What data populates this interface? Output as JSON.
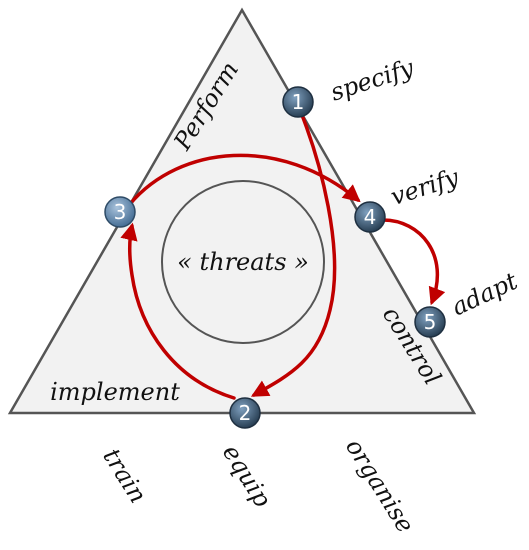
{
  "center_label": "« threats »",
  "edges": {
    "left": "Perform",
    "right": "control",
    "bottom": "implement"
  },
  "nodes": [
    {
      "id": "1",
      "label": "specify",
      "color": "#3b5870"
    },
    {
      "id": "2",
      "label": "equip",
      "color": "#3b5870"
    },
    {
      "id": "3",
      "label": "",
      "color": "#5a82aa"
    },
    {
      "id": "4",
      "label": "verify",
      "color": "#3b5870"
    },
    {
      "id": "5",
      "label": "adapt",
      "color": "#3b5870"
    }
  ],
  "bottom_labels": [
    "train",
    "equip",
    "organise"
  ],
  "colors": {
    "arrow": "#c00000",
    "triangle_fill": "#f2f2f2",
    "outline": "#555555"
  }
}
